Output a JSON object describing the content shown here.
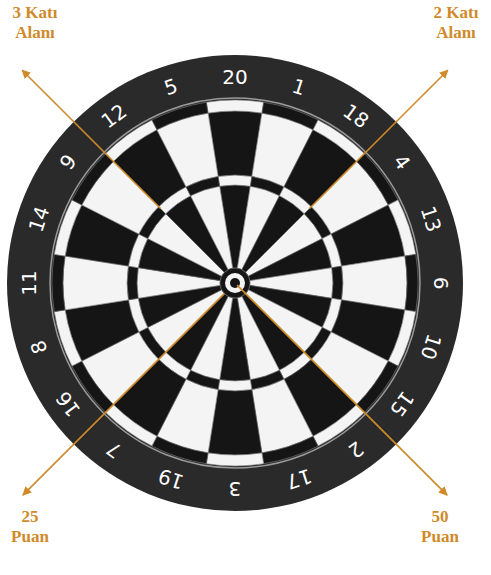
{
  "diagram": {
    "labels": [
      "3 Katı Alanı",
      "2 Katı Alanı",
      "20",
      "1",
      "18",
      "4",
      "13",
      "6",
      "10",
      "15",
      "2",
      "17",
      "3",
      "19",
      "7",
      "16",
      "8",
      "11",
      "14",
      "9",
      "12",
      "5",
      "25 Puan",
      "50 Puan"
    ]
  }
}
